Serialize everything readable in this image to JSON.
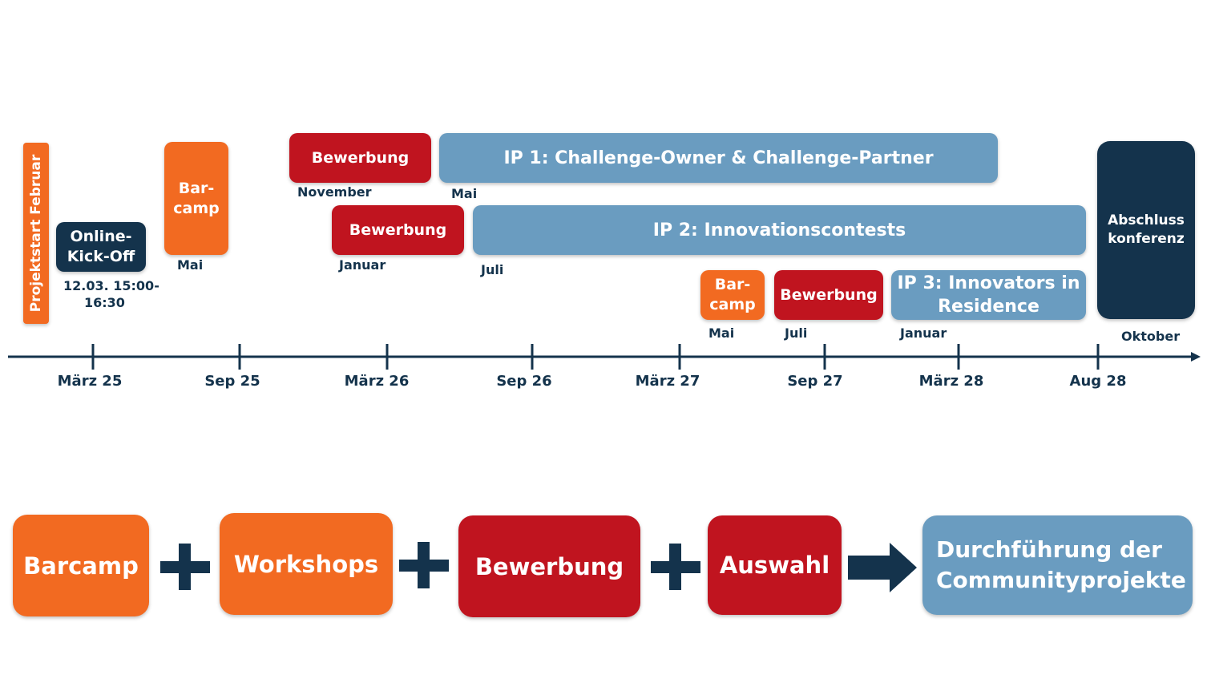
{
  "timeline": {
    "ticks": [
      "März 25",
      "Sep 25",
      "März 26",
      "Sep 26",
      "März 27",
      "Sep 27",
      "März 28",
      "Aug 28"
    ],
    "projektstart": "Projektstart Februar",
    "kickoff": {
      "line1": "Online-",
      "line2": "Kick-Off",
      "date1": "12.03. 15:00-",
      "date2": "16:30"
    },
    "barcamp1": {
      "line1": "Bar-",
      "line2": "camp",
      "month": "Mai"
    },
    "ip1": {
      "bewerbung": "Bewerbung",
      "bewerbung_month": "November",
      "title": "IP 1: Challenge-Owner & Challenge-Partner",
      "month": "Mai"
    },
    "ip2": {
      "bewerbung": "Bewerbung",
      "bewerbung_month": "Januar",
      "title": "IP 2: Innovationscontests",
      "month": "Juli"
    },
    "ip3": {
      "barcamp_line1": "Bar-",
      "barcamp_line2": "camp",
      "barcamp_month": "Mai",
      "bewerbung": "Bewerbung",
      "bewerbung_month": "Juli",
      "title_line1": "IP 3: Innovators in",
      "title_line2": "Residence",
      "month": "Januar"
    },
    "abschluss": {
      "line1": "Abschluss",
      "line2": "konferenz",
      "month": "Oktober"
    }
  },
  "process": {
    "steps": [
      "Barcamp",
      "Workshops",
      "Bewerbung",
      "Auswahl"
    ],
    "result_line1": "Durchführung der",
    "result_line2": "Communityprojekte"
  },
  "colors": {
    "orange": "#f26a21",
    "red": "#c0141f",
    "blue": "#6a9cc0",
    "navy": "#14334c"
  }
}
